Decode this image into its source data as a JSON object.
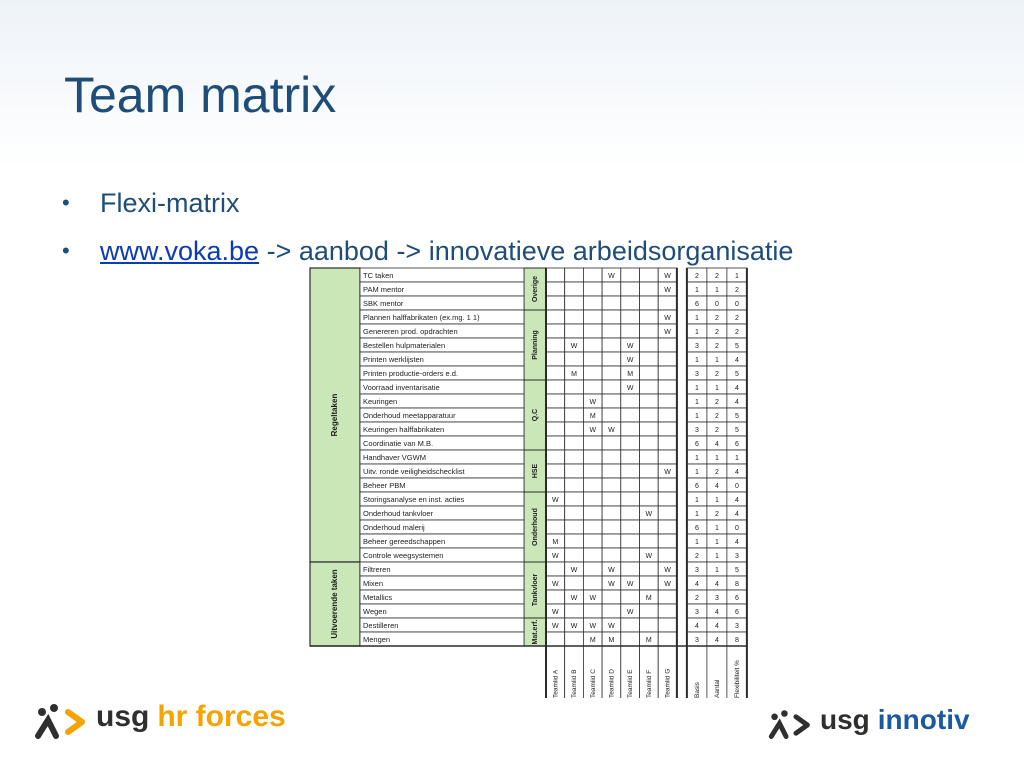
{
  "slide": {
    "title": "Team matrix",
    "bullets": [
      {
        "text": "Flexi-matrix"
      },
      {
        "link": "www.voka.be",
        "text": " -> aanbod -> innovatieve arbeidsorganisatie"
      }
    ]
  },
  "matrix": {
    "groups": [
      {
        "label": "Regeltaken",
        "rows": 21
      },
      {
        "label": "Uitvoerende taken",
        "rows": 6
      }
    ],
    "subgroups": [
      {
        "label": "Overige",
        "rows": 3
      },
      {
        "label": "Planning",
        "rows": 5
      },
      {
        "label": "Q.C",
        "rows": 5
      },
      {
        "label": "HSE",
        "rows": 3
      },
      {
        "label": "Onderhoud",
        "rows": 5
      },
      {
        "label": "Tankvloer",
        "rows": 4
      },
      {
        "label": "Mat.erf.",
        "rows": 2
      }
    ],
    "rows": [
      "TC taken",
      "PAM mentor",
      "SBK mentor",
      "Plannen halffabrikaten (ex.mg. 1 1)",
      "Genereren prod. opdrachten",
      "Bestellen hulpmaterialen",
      "Printen werklijsten",
      "Printen productie-orders e.d.",
      "Voorraad inventarisatie",
      "Keuringen",
      "Onderhoud meetapparatuur",
      "Keuringen halffabrikaten",
      "Coordinatie van M.B.",
      "Handhaver VGWM",
      "Uitv. ronde veiligheidschecklist",
      "Beheer PBM",
      "Storingsanalyse en inst. acties",
      "Onderhoud tankvloer",
      "Onderhoud malerij",
      "Beheer gereedschappen",
      "Controle weegsystemen",
      "Filtreren",
      "Mixen",
      "Metallics",
      "Wegen",
      "Destilleren",
      "Mengen"
    ],
    "people": [
      "Teamlid A",
      "Teamlid B",
      "Teamlid C",
      "Teamlid D",
      "Teamlid E",
      "Teamlid F",
      "Teamlid G"
    ],
    "summary_columns": [
      "Basis",
      "Aantal",
      "Flexibiliteit %"
    ],
    "marks": [
      [
        "",
        "",
        "",
        "W",
        "",
        "",
        "W"
      ],
      [
        "",
        "",
        "",
        "",
        "",
        "",
        "W"
      ],
      [
        "",
        "",
        "",
        "",
        "",
        "",
        ""
      ],
      [
        "",
        "",
        "",
        "",
        "",
        "",
        "W"
      ],
      [
        "",
        "",
        "",
        "",
        "",
        "",
        "W"
      ],
      [
        "",
        "W",
        "",
        "",
        "W",
        "",
        ""
      ],
      [
        "",
        "",
        "",
        "",
        "W",
        "",
        ""
      ],
      [
        "",
        "M",
        "",
        "",
        "M",
        "",
        ""
      ],
      [
        "",
        "",
        "",
        "",
        "W",
        "",
        ""
      ],
      [
        "",
        "",
        "W",
        "",
        "",
        "",
        ""
      ],
      [
        "",
        "",
        "M",
        "",
        "",
        "",
        ""
      ],
      [
        "",
        "",
        "W",
        "W",
        "",
        "",
        ""
      ],
      [
        "",
        "",
        "",
        "",
        "",
        "",
        ""
      ],
      [
        "",
        "",
        "",
        "",
        "",
        "",
        ""
      ],
      [
        "",
        "",
        "",
        "",
        "",
        "",
        "W"
      ],
      [
        "",
        "",
        "",
        "",
        "",
        "",
        ""
      ],
      [
        "W",
        "",
        "",
        "",
        "",
        "",
        ""
      ],
      [
        "",
        "",
        "",
        "",
        "",
        "W",
        ""
      ],
      [
        "",
        "",
        "",
        "",
        "",
        "",
        ""
      ],
      [
        "M",
        "",
        "",
        "",
        "",
        "",
        ""
      ],
      [
        "W",
        "",
        "",
        "",
        "",
        "W",
        ""
      ],
      [
        "",
        "W",
        "",
        "W",
        "",
        "",
        "W"
      ],
      [
        "W",
        "",
        "",
        "W",
        "W",
        "",
        "W"
      ],
      [
        "",
        "W",
        "W",
        "",
        "",
        "M",
        ""
      ],
      [
        "W",
        "",
        "",
        "",
        "W",
        "",
        ""
      ],
      [
        "W",
        "W",
        "W",
        "W",
        "",
        "",
        ""
      ],
      [
        "",
        "",
        "M",
        "M",
        "",
        "M",
        ""
      ]
    ],
    "summary": [
      [
        "2",
        "2",
        "1"
      ],
      [
        "1",
        "1",
        "2"
      ],
      [
        "6",
        "0",
        "0"
      ],
      [
        "1",
        "2",
        "2"
      ],
      [
        "1",
        "2",
        "2"
      ],
      [
        "3",
        "2",
        "5"
      ],
      [
        "1",
        "1",
        "4"
      ],
      [
        "3",
        "2",
        "5"
      ],
      [
        "1",
        "1",
        "4"
      ],
      [
        "1",
        "2",
        "4"
      ],
      [
        "1",
        "2",
        "5"
      ],
      [
        "3",
        "2",
        "5"
      ],
      [
        "6",
        "4",
        "6"
      ],
      [
        "1",
        "1",
        "1"
      ],
      [
        "1",
        "2",
        "4"
      ],
      [
        "6",
        "4",
        "0"
      ],
      [
        "1",
        "1",
        "4"
      ],
      [
        "1",
        "2",
        "4"
      ],
      [
        "6",
        "1",
        "0"
      ],
      [
        "1",
        "1",
        "4"
      ],
      [
        "2",
        "1",
        "3"
      ],
      [
        "3",
        "1",
        "5"
      ],
      [
        "4",
        "4",
        "8"
      ],
      [
        "2",
        "3",
        "6"
      ],
      [
        "3",
        "4",
        "6"
      ],
      [
        "4",
        "4",
        "3"
      ],
      [
        "3",
        "4",
        "8"
      ]
    ]
  },
  "logos": {
    "left": {
      "first": "usg",
      "second": "hr forces",
      "color": "#f5a300"
    },
    "right": {
      "first": "usg",
      "second": "innotiv",
      "color": "#1a5aa0"
    }
  },
  "colors": {
    "title": "#1f4d7a",
    "link": "#0b3bb5",
    "group_fill": "#c9e7b7",
    "grid": "#2b2b2b"
  }
}
